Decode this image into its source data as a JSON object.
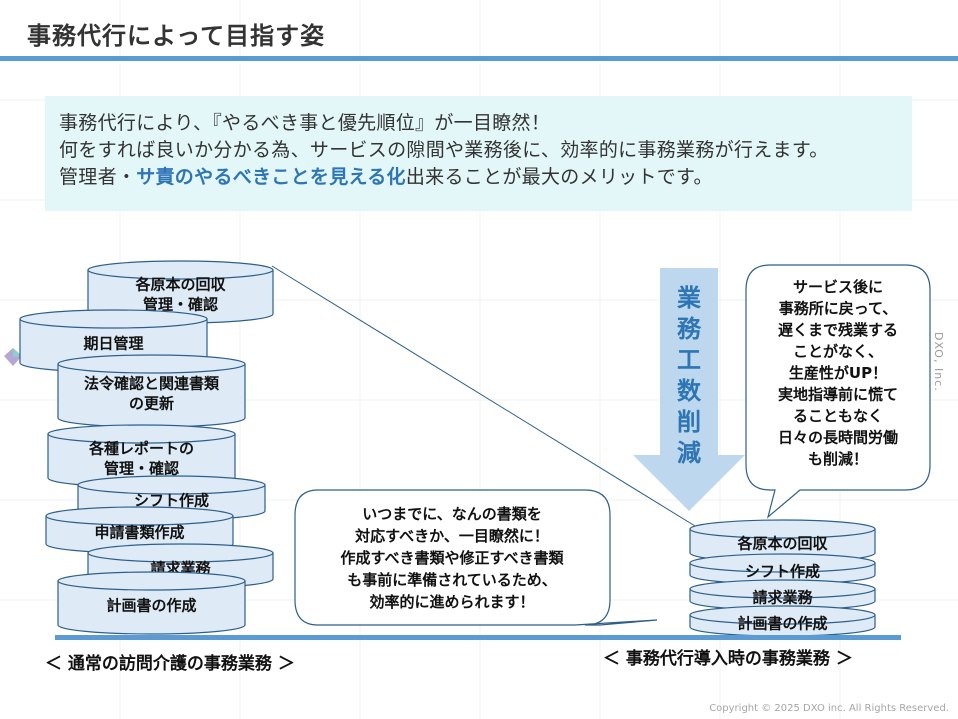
{
  "title": "事務代行によって目指す姿",
  "intro": {
    "line1": "事務代行により、『やるべき事と優先順位』が一目瞭然！",
    "line2": "何をすれば良いか分かる為、サービスの隙間や業務後に、効率的に事務業務が行えます。",
    "line3_pre": "管理者・",
    "line3_highlight": "サ責のやるべきことを見える化",
    "line3_post": "出来ることが最大のメリットです。"
  },
  "left_stack": {
    "label": "＜ 通常の訪問介護の事務業務 ＞",
    "items": [
      {
        "lines": [
          "各原本の回収",
          "管理・確認"
        ]
      },
      {
        "lines": [
          "期日管理"
        ]
      },
      {
        "lines": [
          "法令確認と関連書類",
          "の更新"
        ]
      },
      {
        "lines": [
          "各種レポートの",
          "管理・確認"
        ]
      },
      {
        "lines": [
          "シフト作成"
        ]
      },
      {
        "lines": [
          "申請書類作成"
        ]
      },
      {
        "lines": [
          "請求業務"
        ]
      },
      {
        "lines": [
          "計画書の作成"
        ]
      }
    ]
  },
  "right_stack": {
    "label": "＜ 事務代行導入時の事務業務 ＞",
    "items": [
      "各原本の回収",
      "シフト作成",
      "請求業務",
      "計画書の作成"
    ]
  },
  "arrow_label": [
    "業",
    "務",
    "工",
    "数",
    "削",
    "減"
  ],
  "middle_bubble": {
    "lines": [
      "いつまでに、なんの書類を",
      "対応すべきか、一目瞭然に！",
      "作成すべき書類や修正すべき書類",
      "も事前に準備されているため、",
      "効率的に進められます！"
    ]
  },
  "right_bubble": {
    "lines": [
      "サービス後に",
      "事務所に戻って、",
      "遅くまで残業する",
      "ことがなく、",
      "生産性がUP！",
      "実地指導前に慌て",
      "ることもなく",
      "日々の長時間労働",
      "も削減！"
    ]
  },
  "side_mark": "DXO, Inc.",
  "copyright": "Copyright © 2025 DXO inc. All Rights Reserved.",
  "colors": {
    "accent": "#5b9bd5",
    "cylinder_fill": "#deebf7",
    "cylinder_stroke": "#2e5f8a",
    "arrow": "#bdd7ee",
    "arrow_text": "#2e75b6",
    "highlight": "#2e75b6",
    "intro_bg": "#e3f7f8"
  }
}
